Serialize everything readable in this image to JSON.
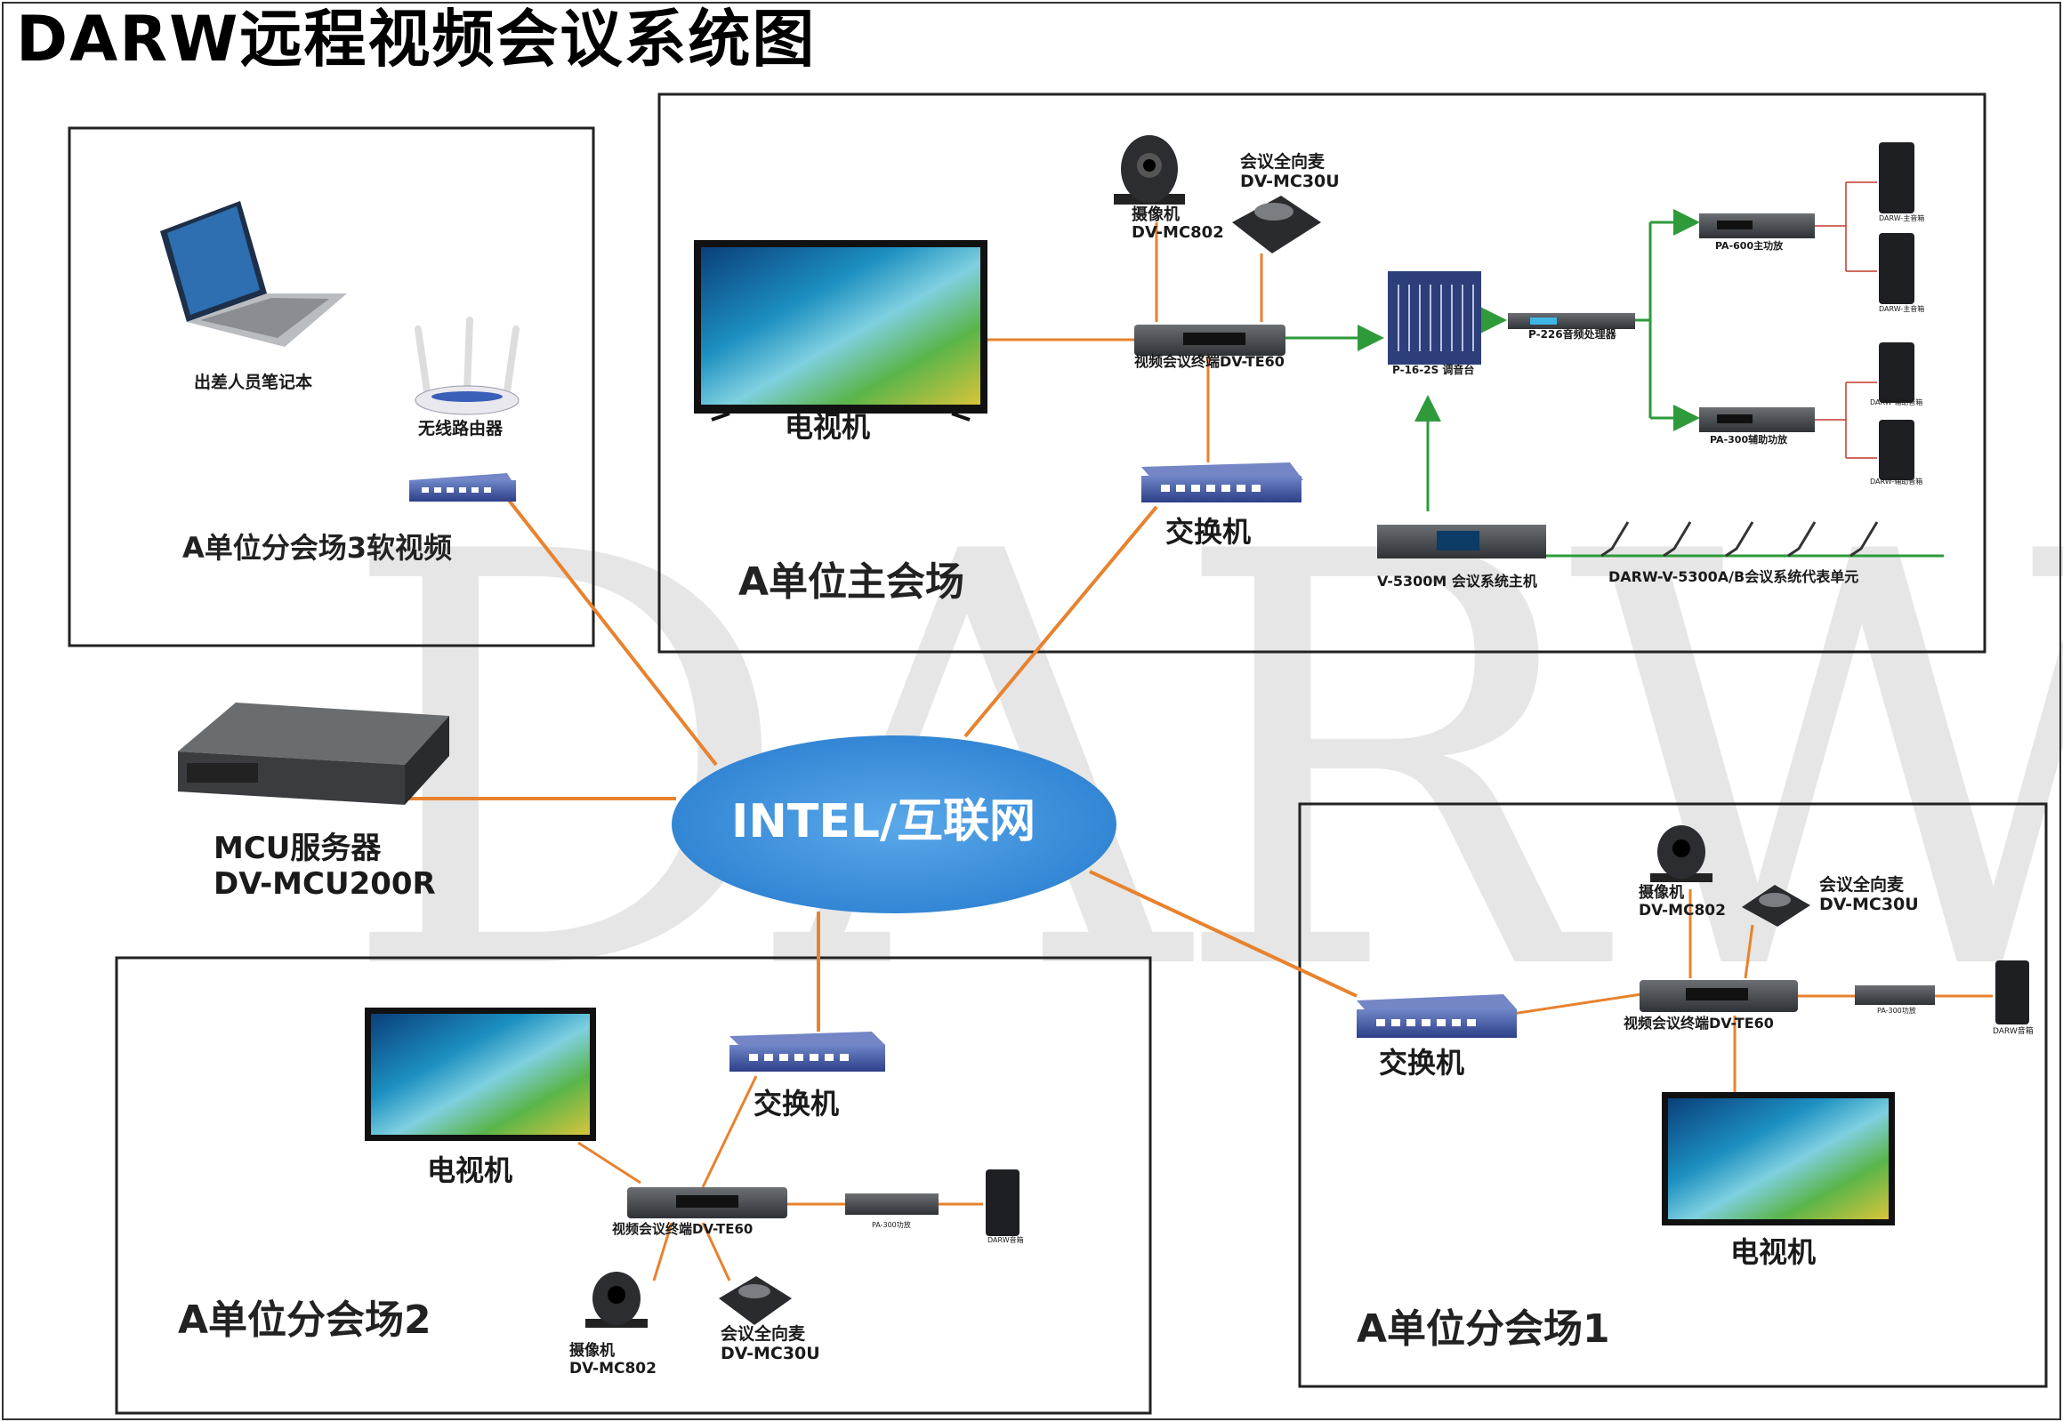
{
  "title": "DARW远程视频会议系统图",
  "watermark": "DARW",
  "zones": {
    "soft_site": "A单位分会场3软视频",
    "main_site": "A单位主会场",
    "branch2": "A单位分会场2",
    "branch1": "A单位分会场1"
  },
  "center": {
    "label": "INTEL/互联网"
  },
  "mcu": {
    "line1": "MCU服务器",
    "line2": "DV-MCU200R"
  },
  "soft_site": {
    "laptop_label": "出差人员笔记本",
    "router_label": "无线路由器"
  },
  "main_site": {
    "tv_label": "电视机",
    "camera_line1": "摄像机",
    "camera_line2": "DV-MC802",
    "mic_line1": "会议全向麦",
    "mic_line2": "DV-MC30U",
    "terminal_label": "视频会议终端DV-TE60",
    "switch_label": "交换机",
    "mixer_label": "P-16-2S 调音台",
    "processor_label": "P-226音频处理器",
    "amp_main_label": "PA-600主功放",
    "amp_aux_label": "PA-300辅助功放",
    "spk_main1": "DARW-主音箱",
    "spk_main2": "DARW-主音箱",
    "spk_aux1": "DARW-辅助音箱",
    "spk_aux2": "DARW-辅助音箱",
    "host_label": "V-5300M 会议系统主机",
    "units_label": "DARW-V-5300A/B会议系统代表单元"
  },
  "branch2": {
    "tv_label": "电视机",
    "switch_label": "交换机",
    "terminal_label": "视频会议终端DV-TE60",
    "amp_label": "PA-300功放",
    "speaker_label": "DARW音箱",
    "camera_line1": "摄像机",
    "camera_line2": "DV-MC802",
    "mic_line1": "会议全向麦",
    "mic_line2": "DV-MC30U"
  },
  "branch1": {
    "switch_label": "交换机",
    "camera_line1": "摄像机",
    "camera_line2": "DV-MC802",
    "mic_line1": "会议全向麦",
    "mic_line2": "DV-MC30U",
    "terminal_label": "视频会议终端DV-TE60",
    "amp_label": "PA-300功放",
    "speaker_label": "DARW音箱",
    "tv_label": "电视机"
  },
  "colors": {
    "link": "#e8822e",
    "audio": "#2e9a3a",
    "speaker_wire": "#c0392b",
    "cloud": "#3b8fd8"
  }
}
